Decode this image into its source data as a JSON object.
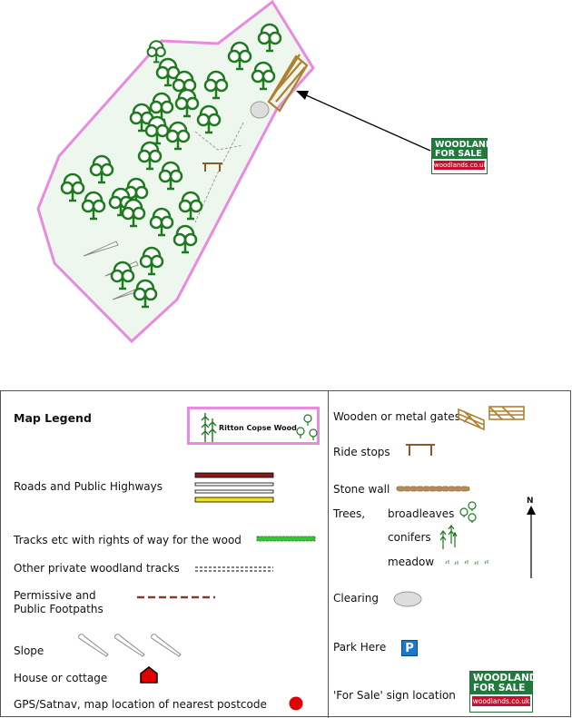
{
  "map": {
    "sign": {
      "line1": "WOODLANDS",
      "line2": "FOR SALE",
      "url": "woodlands.co.uk"
    }
  },
  "legend": {
    "title": "Map Legend",
    "wood_name": "Ritton Copse Wood",
    "items_left": {
      "roads": "Roads and Public Highways",
      "tracks_row": "Tracks etc with rights of way for the wood",
      "private_tracks": "Other private woodland tracks",
      "footpaths_line1": "Permissive and",
      "footpaths_line2": "Public Footpaths",
      "slope": "Slope",
      "house": "House or cottage",
      "gps": "GPS/Satnav, map location of nearest postcode"
    },
    "items_right": {
      "gates": "Wooden or metal gates",
      "ride_stops": "Ride stops",
      "stone_wall": "Stone wall",
      "trees": "Trees,",
      "broadleaves": "broadleaves",
      "conifers": "conifers",
      "meadow": "meadow",
      "clearing": "Clearing",
      "park": "Park Here",
      "park_symbol": "P",
      "for_sale": "'For Sale'  sign location",
      "north": "N"
    }
  },
  "colors": {
    "boundary": "#e88ae0",
    "woodland_fill": "#eef7ee",
    "tree": "#1e7a1e",
    "sign_green": "#1f7a3c",
    "sign_red": "#c8102e"
  }
}
